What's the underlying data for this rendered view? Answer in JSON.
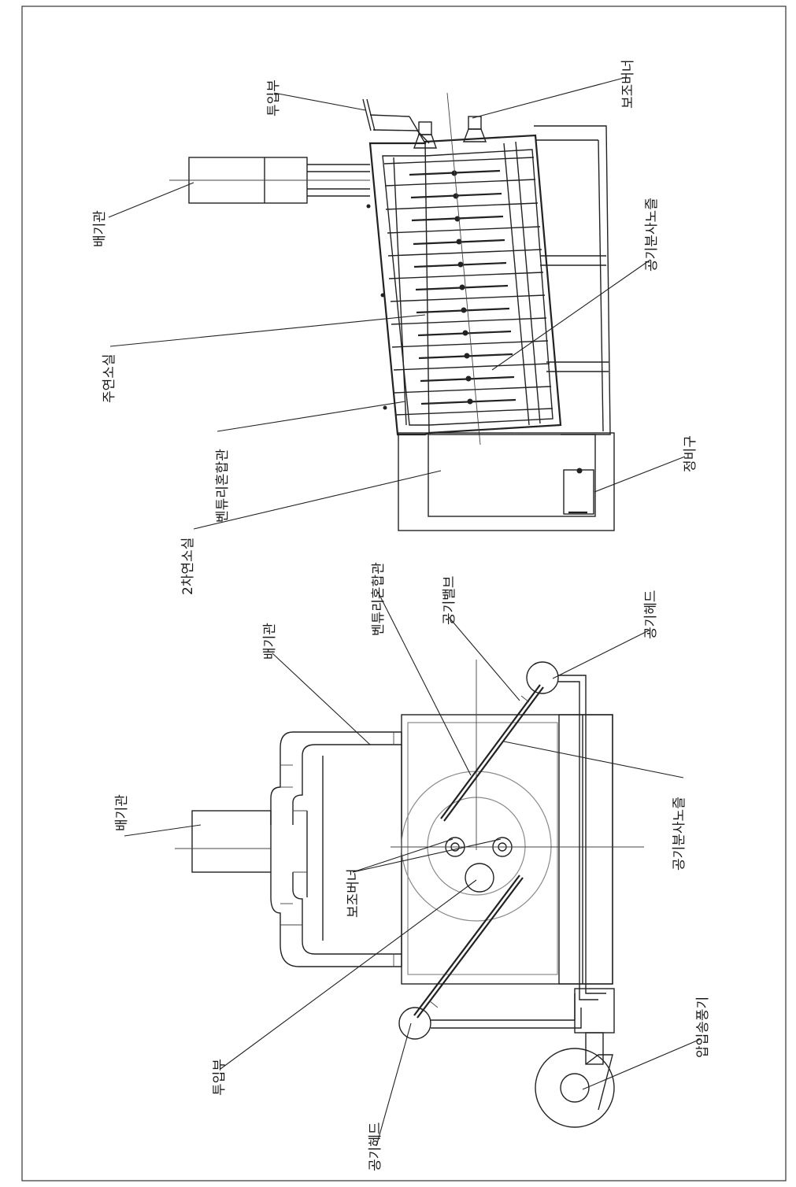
{
  "labels": {
    "top_exhaust": "배기관",
    "top_inlet": "투입부",
    "top_aux_burner": "보조버너",
    "top_air_nozzle": "공기분사노즐",
    "top_primary_chamber": "주연소실",
    "top_venturi": "벤튜리혼합관",
    "top_inspection_port": "정비구",
    "top_secondary_chamber": "2차연소실",
    "bot_exhaust_main": "배기관",
    "bot_exhaust_branch": "배기관",
    "bot_venturi": "벤튜리혼합관",
    "bot_air_valve": "공기밸브",
    "bot_air_header_right": "공기헤드",
    "bot_air_nozzle": "공기분사노즐",
    "bot_aux_burner": "보조버너",
    "bot_inlet": "투입부",
    "bot_air_header_left": "공기헤드",
    "bot_blower": "압입송풍기"
  }
}
